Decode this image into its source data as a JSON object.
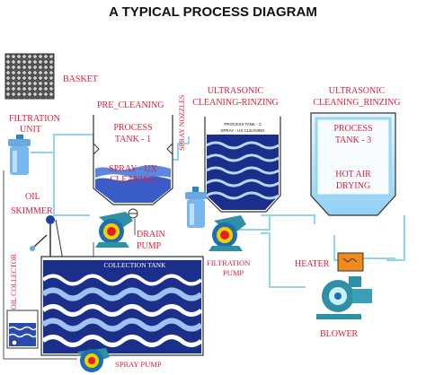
{
  "title": "A TYPICAL  PROCESS DIAGRAM",
  "labels": {
    "basket": "BASKET",
    "filtration_unit_1": "FILTRATION",
    "filtration_unit_2": "UNIT",
    "pre_cleaning": "PRE_CLEANING",
    "spray_nozzles": "SPRAY NOZZLES",
    "process_tank_1a": "PROCESS",
    "process_tank_1b": "TANK - 1",
    "spray_ux_a": "SPRAY - UX",
    "spray_ux_b": "CLEANING",
    "ultrasonic_1a": "ULTRASONIC",
    "ultrasonic_1b": "CLEANING-RINZING",
    "process_tank_2a": "PROCESS TANK - 2",
    "process_tank_2b": "SPRAY - UX CLEANING",
    "ultrasonic_2a": "ULTRASONIC",
    "ultrasonic_2b": "CLEANING_RINZING",
    "process_tank_3a": "PROCESS",
    "process_tank_3b": "TANK - 3",
    "hot_air_a": "HOT AIR",
    "hot_air_b": "DRYING",
    "oil_skimmer_a": "OIL",
    "oil_skimmer_b": "SKIMMER",
    "drain_pump_a": "DRAIN",
    "drain_pump_b": "PUMP",
    "collection_tank": "COLLECTION TANK",
    "filtration_pump_a": "FILTRATION",
    "filtration_pump_b": "PUMP",
    "oil_collector": "OIL COLLECTOR",
    "heater": "HEATER",
    "blower": "BLOWER",
    "spray_pump": "SPRAY PUMP"
  },
  "colors": {
    "label_red": "#d8213a",
    "water_dark": "#1b2f8a",
    "water_light": "#9fc3f0",
    "pipe": "#8fd4f2",
    "pump_teal": "#2f8fa6",
    "heater_orange": "#f08a1a"
  }
}
